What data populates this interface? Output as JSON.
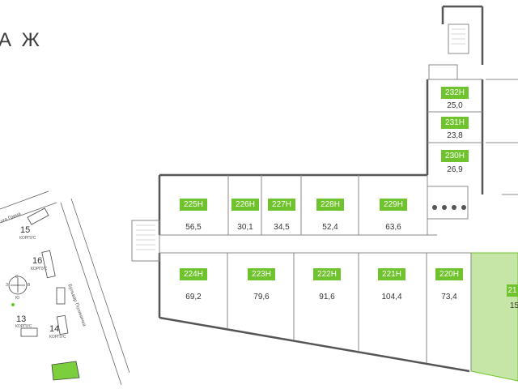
{
  "floor_title": "А Ж",
  "units": [
    {
      "id": "232H",
      "area": "25,0",
      "color": "#6fc32c"
    },
    {
      "id": "231H",
      "area": "23,8",
      "color": "#6fc32c"
    },
    {
      "id": "230H",
      "area": "26,9",
      "color": "#6fc32c"
    },
    {
      "id": "225H",
      "area": "56,5",
      "color": "#6fc32c"
    },
    {
      "id": "226H",
      "area": "30,1",
      "color": "#6fc32c"
    },
    {
      "id": "227H",
      "area": "34,5",
      "color": "#6fc32c"
    },
    {
      "id": "228H",
      "area": "52,4",
      "color": "#6fc32c"
    },
    {
      "id": "229H",
      "area": "63,6",
      "color": "#6fc32c"
    },
    {
      "id": "224H",
      "area": "69,2",
      "color": "#6fc32c"
    },
    {
      "id": "223H",
      "area": "79,6",
      "color": "#6fc32c"
    },
    {
      "id": "222H",
      "area": "91,6",
      "color": "#6fc32c"
    },
    {
      "id": "221H",
      "area": "104,4",
      "color": "#6fc32c"
    },
    {
      "id": "220H",
      "area": "73,4",
      "color": "#6fc32c"
    }
  ],
  "partial_unit": {
    "id": "21",
    "area": "15",
    "color": "#6fc32c"
  },
  "site_map": {
    "buildings": [
      {
        "number": "15",
        "label": "КОРПУС"
      },
      {
        "number": "16",
        "label": "КОРПУС"
      },
      {
        "number": "13",
        "label": "КОРПУС"
      },
      {
        "number": "14",
        "label": "КОРПУС"
      }
    ],
    "streets": [
      "ьта Грина",
      "Бульвар Поляничка"
    ],
    "compass": {
      "north": "С",
      "south": "Ю",
      "west": "З",
      "east": "В"
    }
  }
}
